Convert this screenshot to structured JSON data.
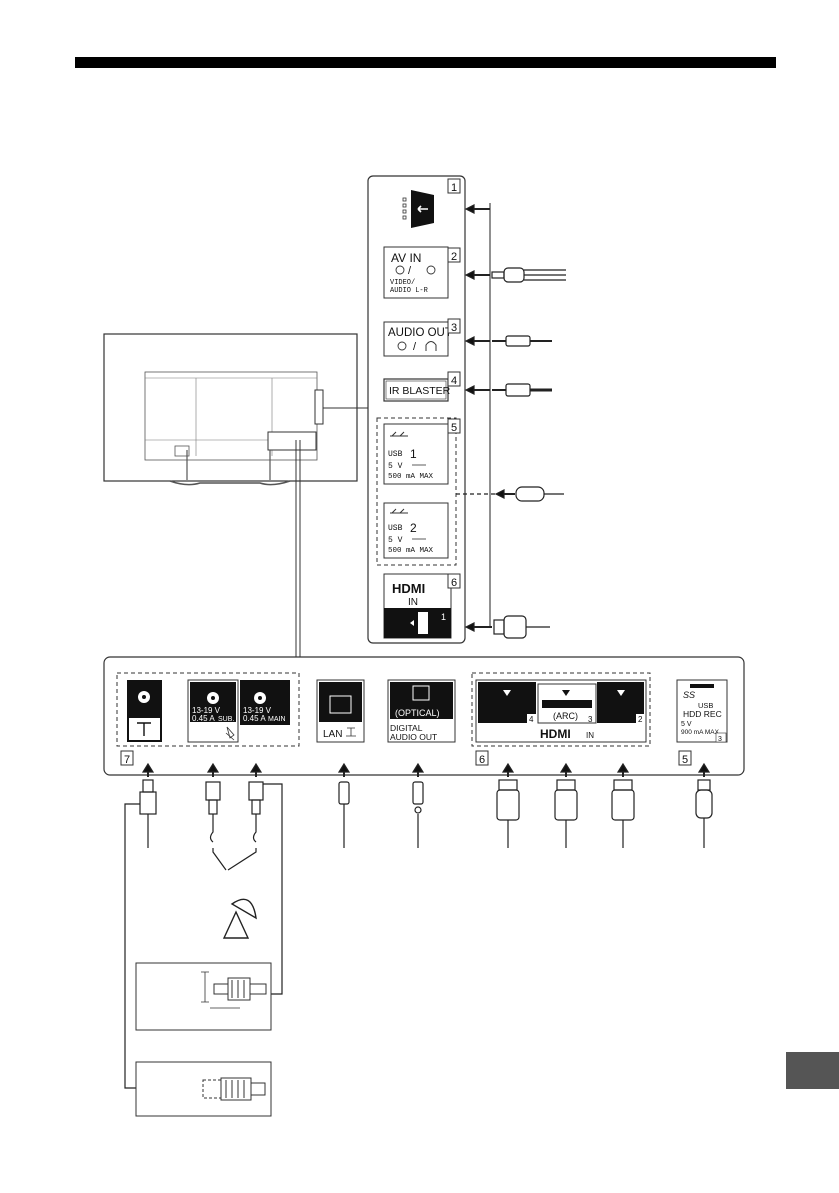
{
  "side_panel": {
    "port_numbers": [
      "1",
      "2",
      "3",
      "4",
      "5",
      "6"
    ],
    "av_in": {
      "title": "AV IN",
      "sub": "VIDEO/",
      "sub2": "AUDIO L-R"
    },
    "audio_out": {
      "title": "AUDIO OUT"
    },
    "ir_blaster": {
      "title": "IR BLASTER"
    },
    "usb1": {
      "label": "USB",
      "num": "1",
      "volt": "5 V",
      "amp": "500 mA MAX"
    },
    "usb2": {
      "label": "USB",
      "num": "2",
      "volt": "5 V",
      "amp": "500 mA MAX"
    },
    "hdmi_side": {
      "logo": "HDMI",
      "in": "IN",
      "num": "1"
    }
  },
  "bottom_panel": {
    "group_numbers": {
      "antenna": "7",
      "hdmi": "6",
      "usb3": "5"
    },
    "sat_sub": {
      "volt": "13-19 V",
      "amp": "0.45 A",
      "tag": "SUB."
    },
    "sat_main": {
      "volt": "13-19 V",
      "amp": "0.45 A",
      "tag": "MAIN"
    },
    "lan": {
      "label": "LAN"
    },
    "optical": {
      "title": "(OPTICAL)",
      "line1": "DIGITAL",
      "line2": "AUDIO OUT"
    },
    "hdmi": {
      "arc": "(ARC)",
      "ports": [
        "4",
        "3",
        "2"
      ],
      "logo": "HDMI",
      "in": "IN"
    },
    "usb3": {
      "ss": "SS",
      "line1": "USB",
      "line2": "HDD REC",
      "volt": "5 V",
      "amp": "900 mA MAX",
      "num": "3"
    }
  },
  "page": {
    "tab": ""
  }
}
